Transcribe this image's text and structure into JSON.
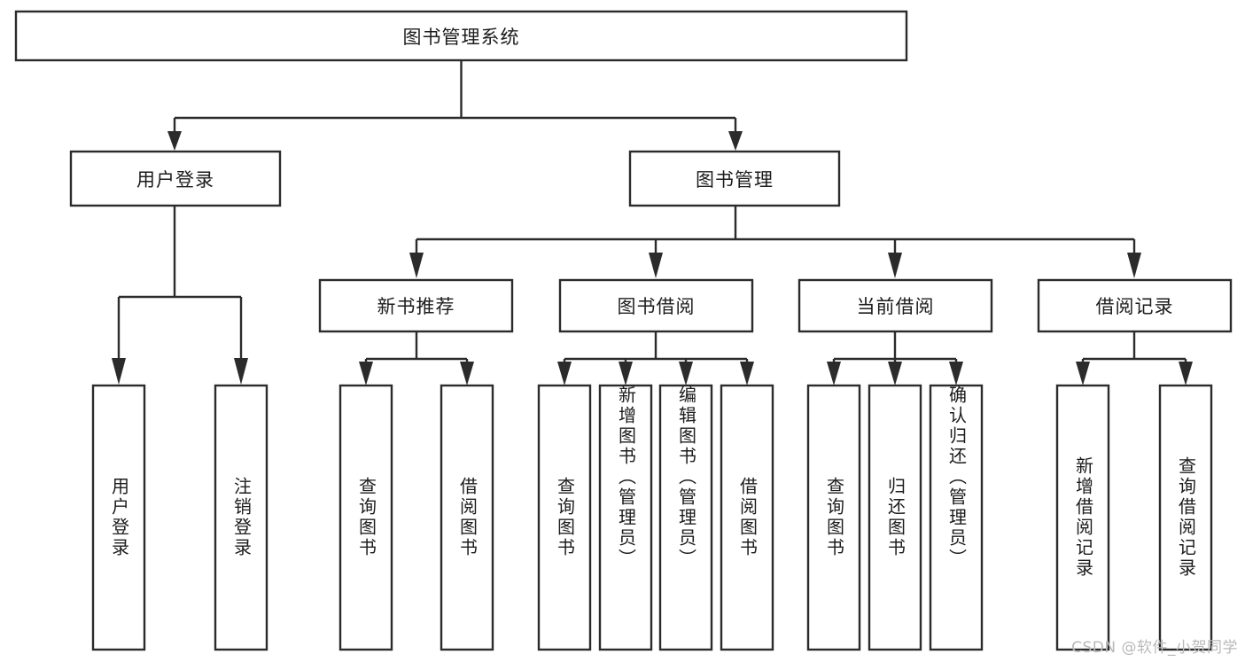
{
  "diagram": {
    "type": "tree-hierarchy-flowchart",
    "title": "图书管理系统",
    "orientation": "top-down",
    "box_fill": "#ffffff",
    "box_stroke": "#2b2b2b",
    "connector_color": "#2b2b2b",
    "background": "#ffffff",
    "levels": 4,
    "nodes": {
      "root": {
        "label": "图书管理系统",
        "level": 1,
        "text_direction": "horizontal"
      },
      "level2": [
        {
          "id": "user-login",
          "label": "用户登录",
          "text_direction": "horizontal"
        },
        {
          "id": "book-management",
          "label": "图书管理",
          "text_direction": "horizontal"
        }
      ],
      "level3": [
        {
          "id": "new-book-recommend",
          "label": "新书推荐",
          "parent": "book-management",
          "text_direction": "horizontal"
        },
        {
          "id": "book-borrow",
          "label": "图书借阅",
          "parent": "book-management",
          "text_direction": "horizontal"
        },
        {
          "id": "current-borrow",
          "label": "当前借阅",
          "parent": "book-management",
          "text_direction": "horizontal"
        },
        {
          "id": "borrow-record",
          "label": "借阅记录",
          "parent": "book-management",
          "text_direction": "horizontal"
        }
      ],
      "level4": [
        {
          "id": "leaf-user-login",
          "label": "用户登录",
          "parent": "user-login",
          "text_direction": "vertical"
        },
        {
          "id": "leaf-user-logout",
          "label": "注销登录",
          "parent": "user-login",
          "text_direction": "vertical"
        },
        {
          "id": "leaf-query-book-1",
          "label": "查询图书",
          "parent": "new-book-recommend",
          "text_direction": "vertical"
        },
        {
          "id": "leaf-borrow-book-1",
          "label": "借阅图书",
          "parent": "new-book-recommend",
          "text_direction": "vertical"
        },
        {
          "id": "leaf-query-book-2",
          "label": "查询图书",
          "parent": "book-borrow",
          "text_direction": "vertical"
        },
        {
          "id": "leaf-add-book",
          "label": "新增图书（管理员）",
          "parent": "book-borrow",
          "text_direction": "vertical"
        },
        {
          "id": "leaf-edit-book",
          "label": "编辑图书（管理员）",
          "parent": "book-borrow",
          "text_direction": "vertical"
        },
        {
          "id": "leaf-borrow-book-2",
          "label": "借阅图书",
          "parent": "book-borrow",
          "text_direction": "vertical"
        },
        {
          "id": "leaf-query-book-3",
          "label": "查询图书",
          "parent": "current-borrow",
          "text_direction": "vertical"
        },
        {
          "id": "leaf-return-book",
          "label": "归还图书",
          "parent": "current-borrow",
          "text_direction": "vertical"
        },
        {
          "id": "leaf-confirm-return",
          "label": "确认归还（管理员）",
          "parent": "current-borrow",
          "text_direction": "vertical"
        },
        {
          "id": "leaf-add-record",
          "label": "新增借阅记录",
          "parent": "borrow-record",
          "text_direction": "vertical"
        },
        {
          "id": "leaf-query-record",
          "label": "查询借阅记录",
          "parent": "borrow-record",
          "text_direction": "vertical"
        }
      ]
    }
  },
  "watermark": {
    "text": "CSDN @软件_小贺同学"
  }
}
